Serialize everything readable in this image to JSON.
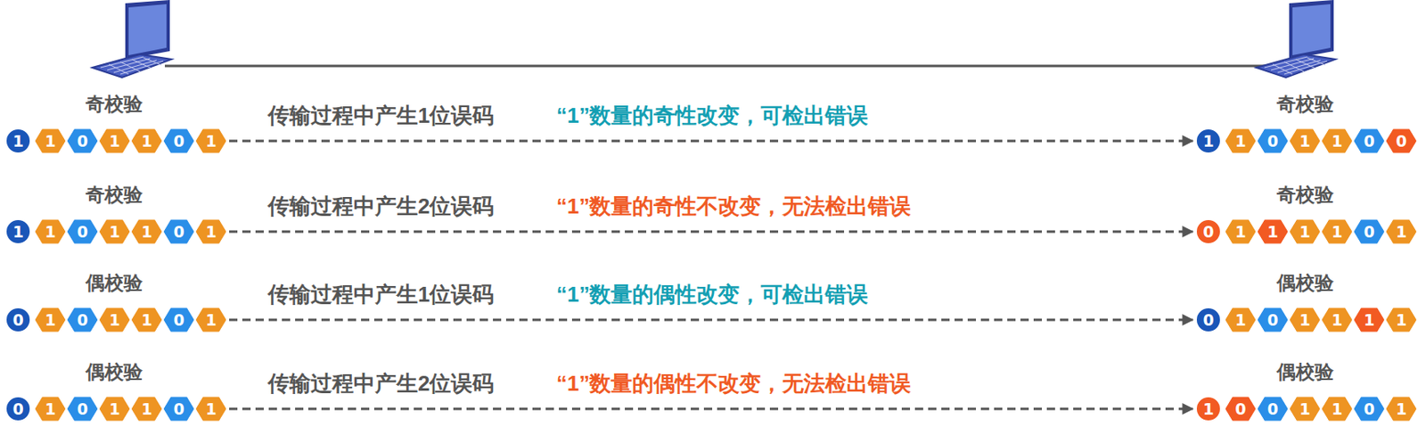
{
  "diagram": {
    "nodes": [
      {
        "text": [
          "1"
        ]
      },
      {
        "text": [
          "1"
        ]
      },
      {
        "text": [
          "0"
        ]
      },
      {
        "text": [
          "1"
        ]
      },
      {
        "text": [
          "1"
        ]
      },
      {
        "text": [
          "0"
        ]
      },
      {
        "text": [
          "1"
        ]
      },
      {
        "text": [
          "1"
        ]
      },
      {
        "text": [
          "1"
        ]
      },
      {
        "text": [
          "0"
        ]
      },
      {
        "text": [
          "1"
        ]
      },
      {
        "text": [
          "1"
        ]
      },
      {
        "text": [
          "0"
        ]
      },
      {
        "text": [
          "0"
        ]
      },
      {
        "text": [
          "1"
        ]
      },
      {
        "text": [
          "1"
        ]
      },
      {
        "text": [
          "0"
        ]
      },
      {
        "text": [
          "1"
        ]
      },
      {
        "text": [
          "1"
        ]
      },
      {
        "text": [
          "0"
        ]
      },
      {
        "text": [
          "1"
        ]
      },
      {
        "text": [
          "0"
        ]
      },
      {
        "text": [
          "1"
        ]
      },
      {
        "text": [
          "1"
        ]
      },
      {
        "text": [
          "1"
        ]
      },
      {
        "text": [
          "1"
        ]
      },
      {
        "text": [
          "0"
        ]
      },
      {
        "text": [
          "1"
        ]
      },
      {
        "text": [
          "0"
        ]
      },
      {
        "text": [
          "1"
        ]
      },
      {
        "text": [
          "0"
        ]
      },
      {
        "text": [
          "1"
        ]
      },
      {
        "text": [
          "1"
        ]
      },
      {
        "text": [
          "0"
        ]
      },
      {
        "text": [
          "1"
        ]
      },
      {
        "text": [
          "0"
        ]
      },
      {
        "text": [
          "1"
        ]
      },
      {
        "text": [
          "0"
        ]
      },
      {
        "text": [
          "1"
        ]
      },
      {
        "text": [
          "1"
        ]
      },
      {
        "text": [
          "1"
        ]
      },
      {
        "text": [
          "1"
        ]
      },
      {
        "text": [
          "0"
        ]
      },
      {
        "text": [
          "1"
        ]
      },
      {
        "text": [
          "0"
        ]
      },
      {
        "text": [
          "1"
        ]
      },
      {
        "text": [
          "1"
        ]
      },
      {
        "text": [
          "0"
        ]
      },
      {
        "text": [
          "1"
        ]
      },
      {
        "text": [
          "1"
        ]
      },
      {
        "text": [
          "0"
        ]
      },
      {
        "text": [
          "0"
        ]
      },
      {
        "text": [
          "1"
        ]
      },
      {
        "text": [
          "1"
        ]
      },
      {
        "text": [
          "0"
        ]
      },
      {
        "text": [
          "1"
        ]
      }
    ],
    "edges": [
      {
        "from": 6,
        "to": 7,
        "arrow": "to",
        "label": "传输过程中产生1位误码"
      },
      {
        "from": 20,
        "to": 21,
        "arrow": "to",
        "label": "传输过程中产生2位误码"
      },
      {
        "from": 34,
        "to": 35,
        "arrow": "to",
        "label": "传输过程中产生1位误码"
      },
      {
        "from": 48,
        "to": 49,
        "arrow": "to",
        "label": "传输过程中产生2位误码"
      }
    ],
    "labels": [
      "奇校验",
      "“1”数量的奇性改变，可检出错误",
      "奇校验",
      "奇校验",
      "“1”数量的奇性不改变，无法检出错误",
      "奇校验",
      "偶校验",
      "“1”数量的偶性改变，可检出错误",
      "偶校验",
      "偶校验",
      "“1”数量的偶性不改变，无法检出错误",
      "偶校验"
    ]
  }
}
